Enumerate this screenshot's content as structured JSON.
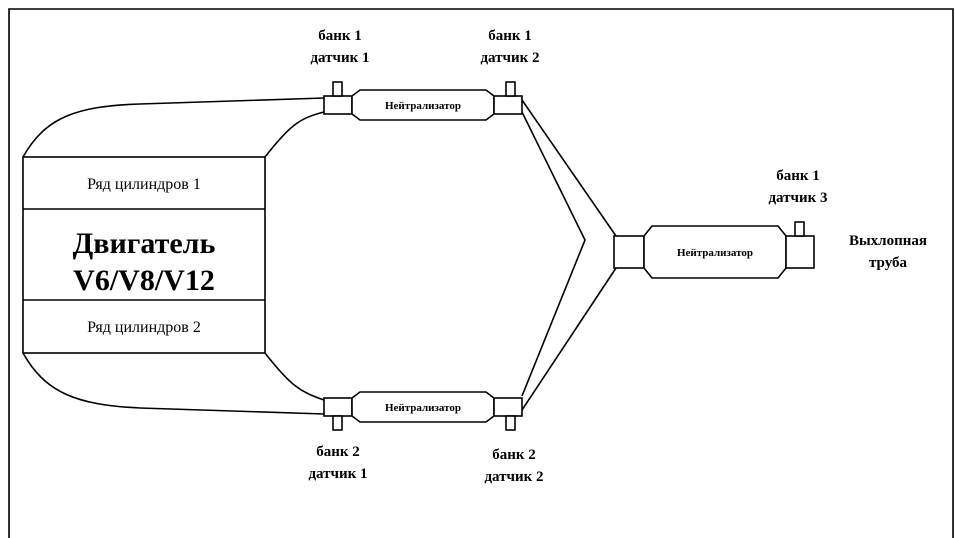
{
  "engine": {
    "title_line1": "Двигатель",
    "title_line2": "V6/V8/V12",
    "row1": "Ряд цилиндров 1",
    "row2": "Ряд цилиндров 2"
  },
  "converter_label": "Нейтрализатор",
  "sensors": {
    "b1s1": {
      "line1": "банк 1",
      "line2": "датчик 1"
    },
    "b1s2": {
      "line1": "банк 1",
      "line2": "датчик 2"
    },
    "b1s3": {
      "line1": "банк 1",
      "line2": "датчик 3"
    },
    "b2s1": {
      "line1": "банк 2",
      "line2": "датчик 1"
    },
    "b2s2": {
      "line1": "банк 2",
      "line2": "датчик 2"
    }
  },
  "exhaust": {
    "line1": "Выхлопная",
    "line2": "труба"
  },
  "colors": {
    "stroke": "#000000",
    "background": "#ffffff"
  }
}
